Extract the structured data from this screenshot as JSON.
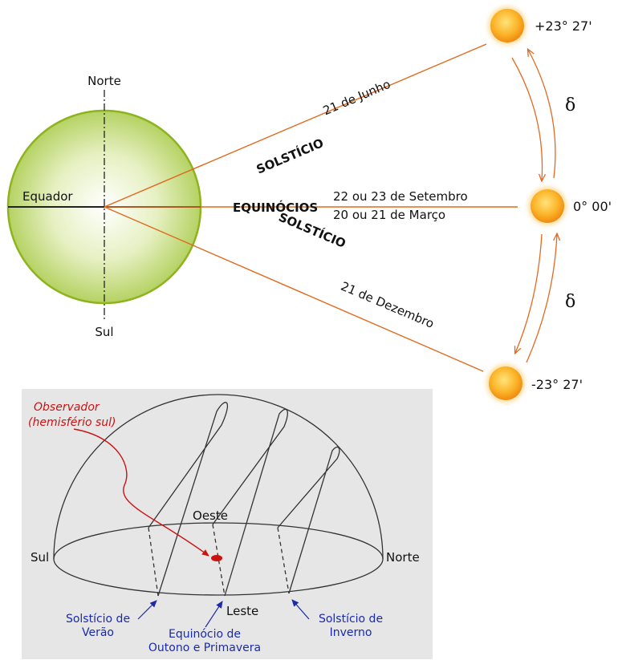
{
  "top": {
    "north": "Norte",
    "south": "Sul",
    "equator": "Equador",
    "solstice_june_label": "SOLSTÍCIO",
    "solstice_june_date": "21 de Junho",
    "equinox_label": "EQUINÓCIOS",
    "equinox_date_1": "22 ou 23 de Setembro",
    "equinox_date_2": "20 ou 21 de Março",
    "solstice_dec_label": "SOLSTÍCIO",
    "solstice_dec_date": "21 de Dezembro",
    "sun_top": "+23° 27'",
    "sun_mid": "0° 00'",
    "sun_bottom": "-23° 27'",
    "delta_1": "δ",
    "delta_2": "δ"
  },
  "bottom": {
    "observer_1": "Observador",
    "observer_2": "(hemisfério sul)",
    "west": "Oeste",
    "south": "Sul",
    "north": "Norte",
    "east": "Leste",
    "summer_1": "Solstício de",
    "summer_2": "Verão",
    "equinox_1": "Equinócio de",
    "equinox_2": "Outono e Primavera",
    "winter_1": "Solstício de",
    "winter_2": "Inverno"
  },
  "colors": {
    "earth_edge": "#8db31e",
    "ray": "#e06a1f",
    "sun": "#f7a21a",
    "panel": "#e6e6e6",
    "blue_text": "#1a2aa8",
    "red_text": "#cc1111"
  }
}
